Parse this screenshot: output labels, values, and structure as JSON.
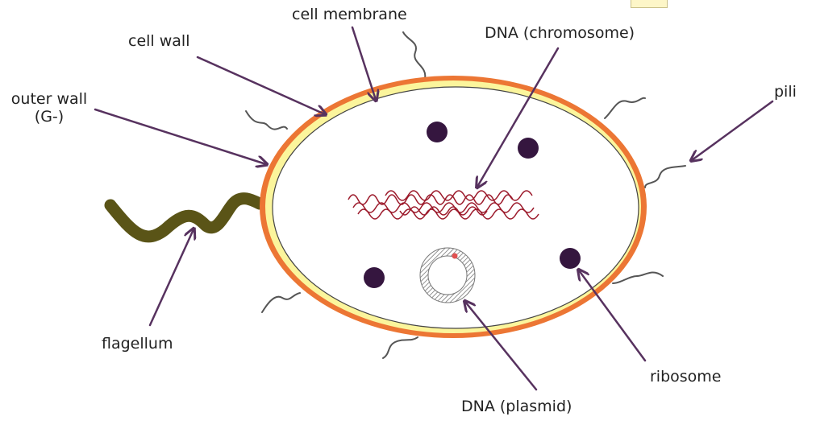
{
  "labels": {
    "cell_membrane": "cell membrane",
    "cell_wall": "cell wall",
    "outer_wall_line1": "outer wall",
    "outer_wall_line2": "(G-)",
    "dna_chromosome": "DNA (chromosome)",
    "pili": "pili",
    "flagellum": "flagellum",
    "ribosome": "ribosome",
    "dna_plasmid": "DNA (plasmid)"
  },
  "colors": {
    "arrow": "#57325f",
    "outer_wall": "#ec7634",
    "cell_wall": "#fbf59c",
    "membrane": "#444444",
    "ribosome": "#35163f",
    "dna": "#9c1a2b",
    "flagellum": "#5a5417",
    "pili": "#555555",
    "plasmid_ring": "#777777"
  }
}
